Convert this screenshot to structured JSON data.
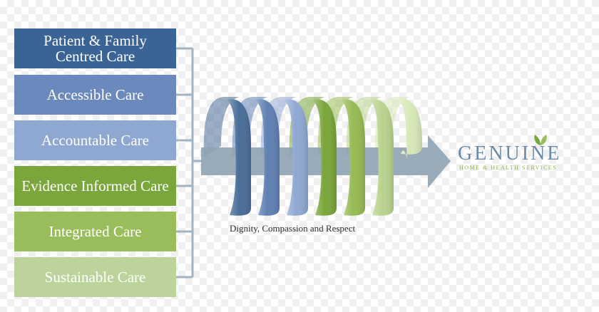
{
  "care_boxes": [
    {
      "label": "Patient & Family Centred Care",
      "color": "#3b6496"
    },
    {
      "label": "Accessible Care",
      "color": "#6c89bd"
    },
    {
      "label": "Accountable Care",
      "color": "#8fa8d1"
    },
    {
      "label": "Evidence Informed Care",
      "color": "#7aa63b"
    },
    {
      "label": "Integrated Care",
      "color": "#98bd5a"
    },
    {
      "label": "Sustainable Care",
      "color": "#bcd49c"
    }
  ],
  "center": {
    "tagline": "Dignity, Compassion and Respect"
  },
  "logo": {
    "name": "GENUINE",
    "subtitle": "HOME & HEALTH SERVICES"
  },
  "colors": {
    "connector": "#a4b3c1",
    "arrow": "#8fa3b3",
    "spiral": [
      "#4a6e98",
      "#5f80b2",
      "#8fa8d3",
      "#7aa63b",
      "#97bb55",
      "#b9d48f",
      "#d7e8b8"
    ]
  }
}
